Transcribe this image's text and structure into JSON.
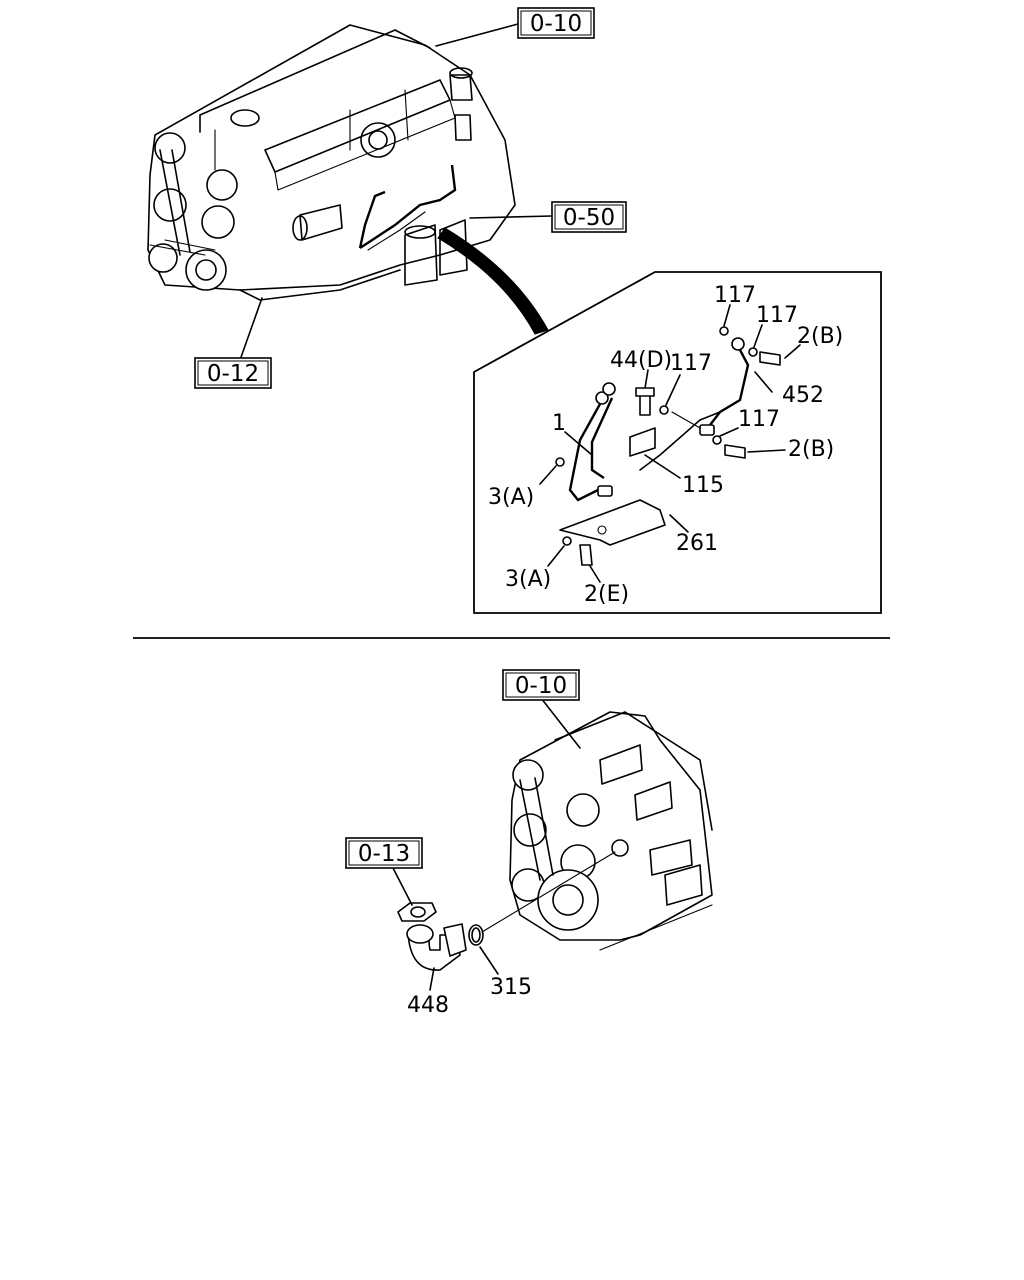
{
  "ref_boxes": {
    "top_engine_top": "0-10",
    "top_engine_side": "0-50",
    "top_engine_bottom": "0-12",
    "bottom_engine_top": "0-10",
    "bottom_part": "0-13"
  },
  "callouts": {
    "p117_a": "117",
    "p117_b": "117",
    "p2b_a": "2(B)",
    "p44d": "44(D)",
    "p117_c": "117",
    "p452": "452",
    "p1": "1",
    "p117_d": "117",
    "p2b_b": "2(B)",
    "p115": "115",
    "p3a_a": "3(A)",
    "p261": "261",
    "p3a_b": "3(A)",
    "p2e": "2(E)",
    "p448": "448",
    "p315": "315"
  }
}
